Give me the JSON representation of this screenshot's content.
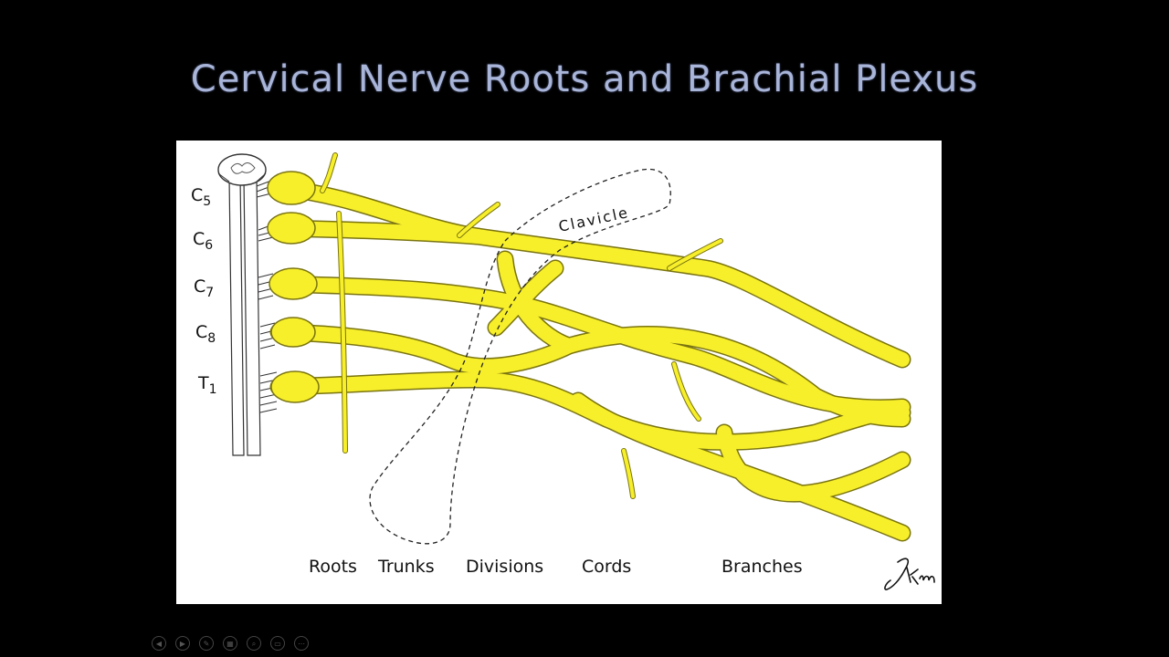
{
  "slide": {
    "title": "Cervical Nerve Roots and Brachial Plexus"
  },
  "diagram": {
    "roots": [
      {
        "letter": "C",
        "number": "5"
      },
      {
        "letter": "C",
        "number": "6"
      },
      {
        "letter": "C",
        "number": "7"
      },
      {
        "letter": "C",
        "number": "8"
      },
      {
        "letter": "T",
        "number": "1"
      }
    ],
    "clavicle_label": "Clavicle",
    "stages": [
      "Roots",
      "Trunks",
      "Divisions",
      "Cords",
      "Branches"
    ],
    "signature": "JKim",
    "colors": {
      "nerve": "#f7ef2a",
      "nerve_outline": "#7a7410",
      "background": "#ffffff",
      "slide_background": "#000000",
      "title": "#a8b4d8"
    }
  },
  "toolbar": {
    "icons": [
      "prev-icon",
      "next-icon",
      "pen-icon",
      "slides-icon",
      "zoom-icon",
      "subtitles-icon",
      "more-icon"
    ],
    "glyphs": [
      "◀",
      "▶",
      "✎",
      "▦",
      "⌕",
      "▭",
      "⋯"
    ]
  }
}
